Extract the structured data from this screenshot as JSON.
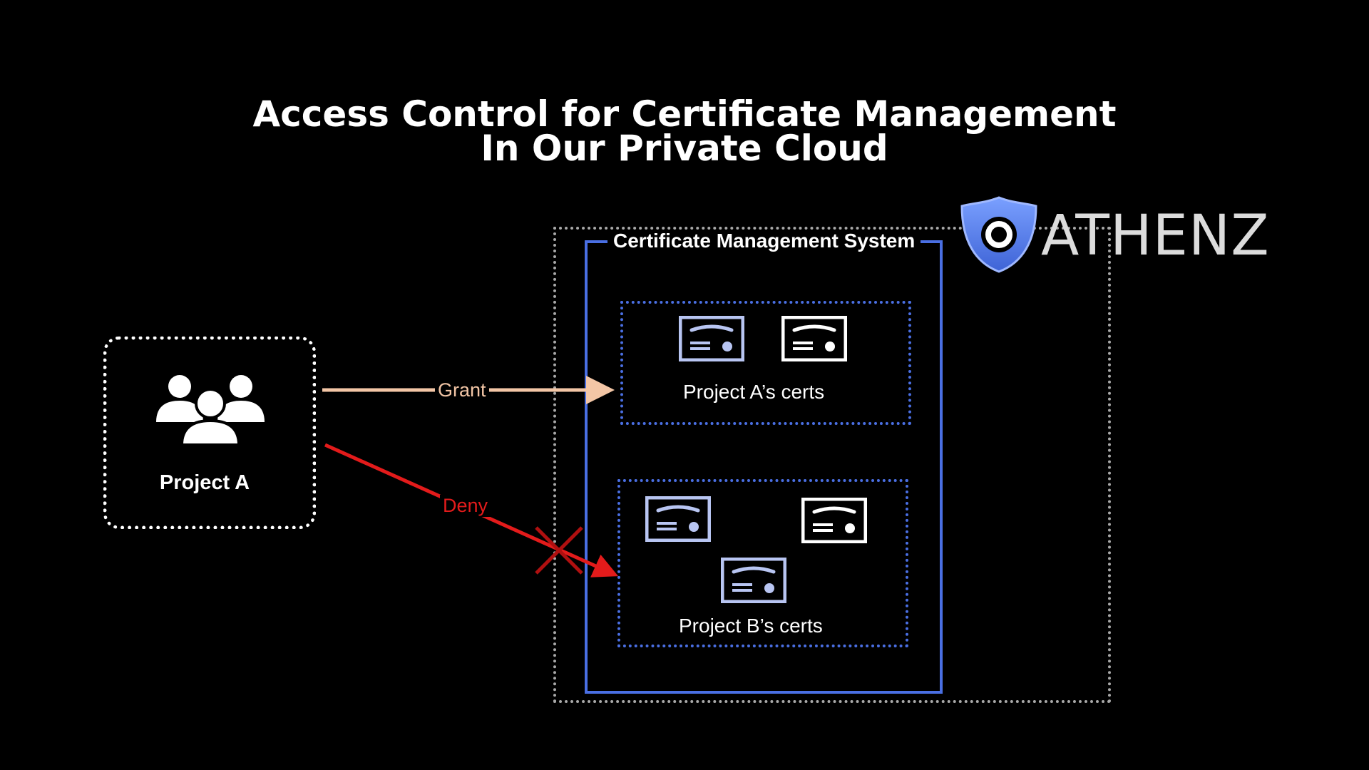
{
  "title": {
    "line1": "Access Control for Certificate Management",
    "line2": "In Our Private Cloud"
  },
  "logo": {
    "text": "ATHENZ",
    "icon": "athenz-shield-icon"
  },
  "nodes": {
    "project_a": {
      "label": "Project A",
      "icon": "users-group-icon"
    },
    "system": {
      "label": "Certificate Management System"
    },
    "project_a_certs": {
      "label": "Project A’s certs",
      "cert_count": 2
    },
    "project_b_certs": {
      "label": "Project B’s certs",
      "cert_count": 3
    }
  },
  "edges": {
    "grant": {
      "label": "Grant",
      "color": "#f3c6a6"
    },
    "deny": {
      "label": "Deny",
      "color": "#e31b1b",
      "blocked_icon": "cross-mark-icon"
    }
  },
  "colors": {
    "background": "#000000",
    "system_border": "#4a6fe3",
    "cloud_border": "#a8a8a8",
    "cert_light": "#b8c5f2",
    "cert_white": "#ffffff"
  }
}
